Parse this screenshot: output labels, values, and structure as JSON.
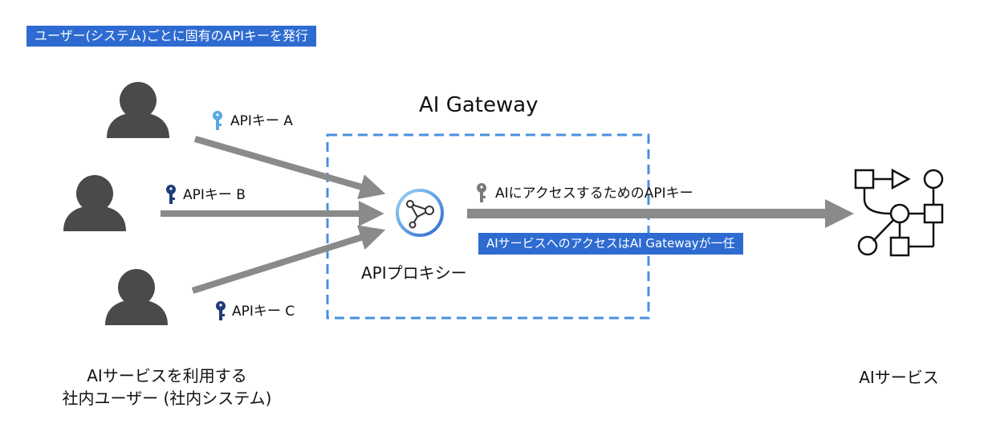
{
  "banner": {
    "text": "ユーザー(システム)ごとに固有のAPIキーを発行"
  },
  "gateway": {
    "title": "AI Gateway"
  },
  "keys": {
    "a": "APIキー A",
    "b": "APIキー B",
    "c": "APIキー C",
    "ai_access": "AIにアクセスするためのAPIキー"
  },
  "proxy": {
    "label": "APIプロキシー"
  },
  "note": {
    "text": "AIサービスへのアクセスはAI Gatewayが一任"
  },
  "users": {
    "caption_line1": "AIサービスを利用する",
    "caption_line2": "社内ユーザー (社内システム)"
  },
  "service": {
    "caption": "AIサービス"
  },
  "colors": {
    "banner": "#2e6bd1",
    "arrow": "#8a8a8a",
    "user": "#4a4a4a",
    "dashed": "#4a8fe0",
    "key_light": "#5aa9e6",
    "key_dark": "#1f3d7a",
    "key_gray": "#7a7a7a"
  }
}
